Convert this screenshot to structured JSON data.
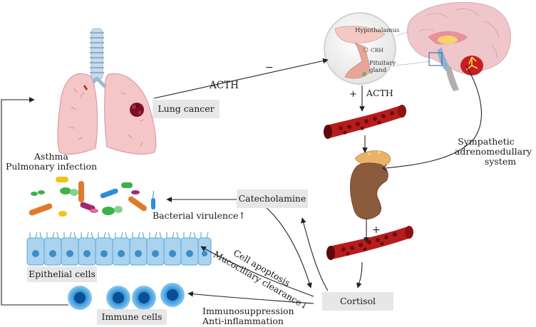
{
  "labels": {
    "acth_top": "ACTH",
    "minus": "−",
    "hypothalamus": "Hypothalamus",
    "crh": "CRH",
    "pituitary": "Pituitary",
    "gland": "gland",
    "plus_top": "+",
    "acth_pit": "ACTH",
    "lung_cancer": "Lung cancer",
    "asthma": "Asthma",
    "pulmonary_infection": "Pulmonary infection",
    "sympathetic": "Sympathetic",
    "adrenomedullary": "adrenomedullary",
    "system": "system",
    "catecholamine": "Catecholamine",
    "bacterial_virulence": "Bacterial virulence↑",
    "plus_kidney": "+",
    "cell_apoptosis": "Cell apoptosis",
    "mucociliary": "Mucociliary clearance↓",
    "epithelial_cells": "Epithelial cells",
    "cortisol": "Cortisol",
    "immune_cells": "Immune cells",
    "immunosuppression": "Immunosuppression",
    "anti_inflammation": "Anti-inflammation"
  },
  "colors": {
    "label_box": "#e7e7e7",
    "lung": "#f4c6c8",
    "trachea": "#b9d2e6",
    "vessel": "#b71c1c",
    "blood_cell": "#7a0d0d",
    "kidney": "#8c5a3c",
    "adrenal": "#e9b26a",
    "epithelium": "#a9d3ee",
    "immune_cell": "#2a8fd8",
    "brain": "#efc7cb",
    "tumor": "#7a0f23"
  }
}
